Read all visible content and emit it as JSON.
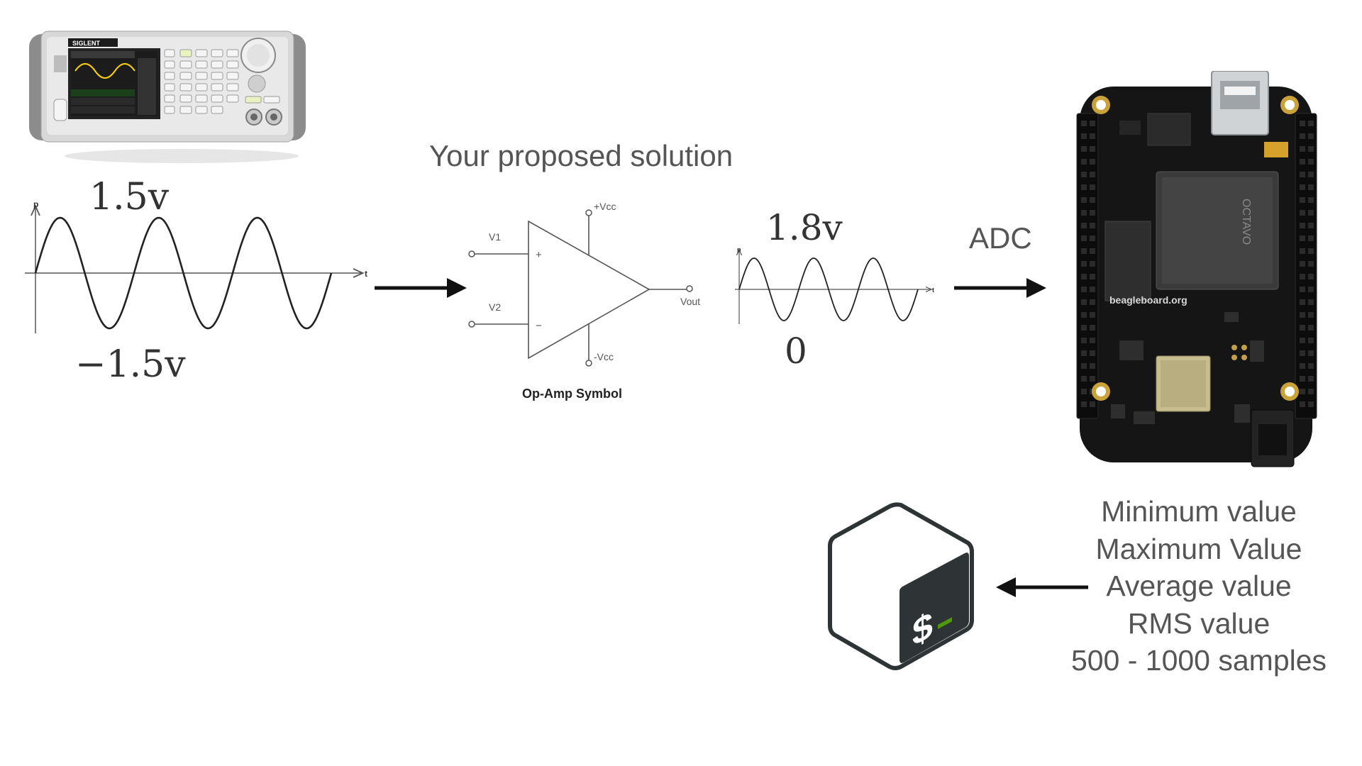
{
  "title": "Your proposed solution",
  "input_wave": {
    "max_label": "1.5v",
    "min_label": "−1.5v",
    "y_axis": "p",
    "x_axis": "t"
  },
  "output_wave": {
    "max_label": "1.8v",
    "min_label": "0",
    "y_axis": "p",
    "x_axis": "t"
  },
  "op_amp": {
    "caption": "Op-Amp Symbol",
    "v1": "V1",
    "v2": "V2",
    "plus": "+",
    "minus": "−",
    "vcc_pos": "+Vcc",
    "vcc_neg": "-Vcc",
    "vout": "Vout"
  },
  "adc_label": "ADC",
  "signal_generator": {
    "brand": "SIGLENT"
  },
  "board": {
    "logo_text": "beagleboard.org",
    "chip_text": "OCTAVO"
  },
  "terminal_icon": {
    "prompt": "$",
    "cursor": "_",
    "icon": "bash-terminal-icon"
  },
  "stats": [
    "Minimum value",
    "Maximum Value",
    "Average value",
    "RMS value",
    "500 - 1000 samples"
  ],
  "colors": {
    "text": "#555555",
    "terminal_dark": "#2e3436",
    "terminal_green": "#4e9a06",
    "board": "#1a1a1a"
  }
}
